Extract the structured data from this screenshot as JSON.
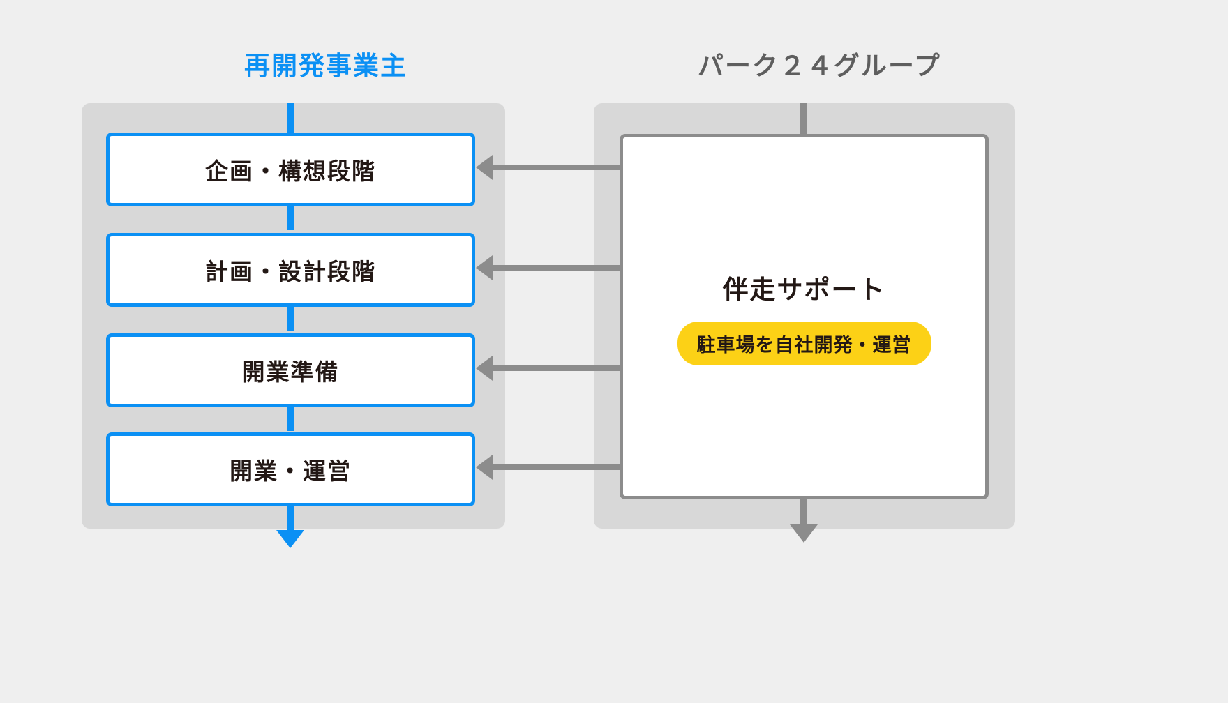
{
  "diagram": {
    "background_color": "#efefef",
    "accent_blue": "#0b90f4",
    "accent_gray": "#8c8c8c",
    "accent_yellow": "#fcd116",
    "panel_gray": "#d8d8d8",
    "text_dark": "#231815"
  },
  "headers": {
    "left": "再開発事業主",
    "right": "パーク２４グループ"
  },
  "left_flow": {
    "stages": [
      {
        "label": "企画・構想段階"
      },
      {
        "label": "計画・設計段階"
      },
      {
        "label": "開業準備"
      },
      {
        "label": "開業・運営"
      }
    ]
  },
  "right_panel": {
    "title": "伴走サポート",
    "badge": "駐車場を自社開発・運営"
  },
  "connectors": [
    {
      "from": "伴走サポート",
      "to": "企画・構想段階",
      "direction": "left"
    },
    {
      "from": "伴走サポート",
      "to": "計画・設計段階",
      "direction": "left"
    },
    {
      "from": "伴走サポート",
      "to": "開業準備",
      "direction": "left"
    },
    {
      "from": "伴走サポート",
      "to": "開業・運営",
      "direction": "left"
    }
  ]
}
